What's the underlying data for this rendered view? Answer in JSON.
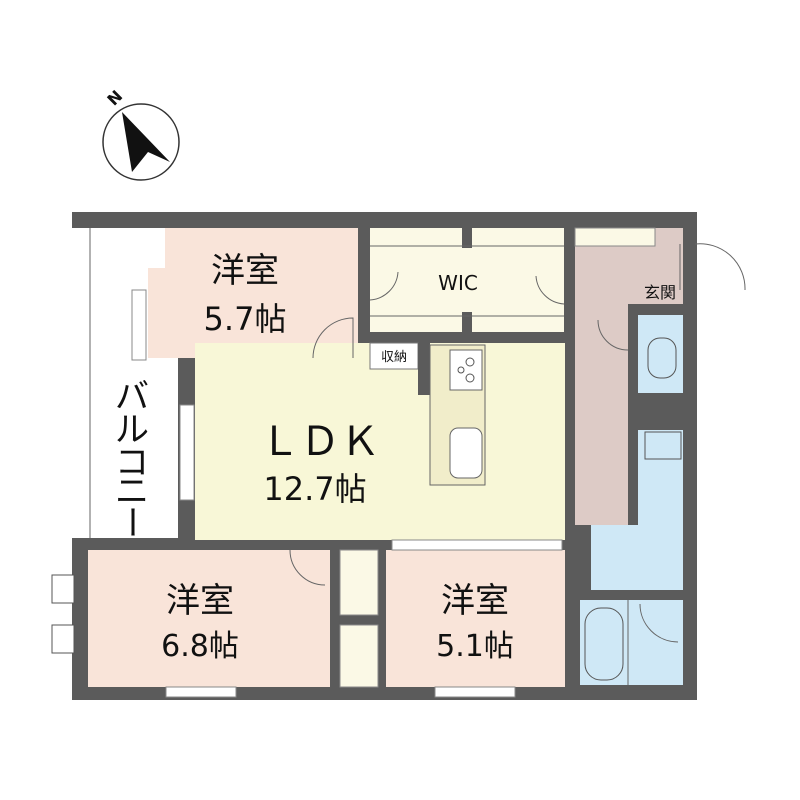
{
  "compass": {
    "label": "N"
  },
  "rooms": {
    "western_room_1": {
      "name": "洋室",
      "size": "5.7帖"
    },
    "ldk": {
      "name": "ＬＤＫ",
      "size": "12.7帖"
    },
    "western_room_2": {
      "name": "洋室",
      "size": "6.8帖"
    },
    "western_room_3": {
      "name": "洋室",
      "size": "5.1帖"
    },
    "wic": {
      "name": "WIC"
    },
    "storage": {
      "name": "収納"
    },
    "entrance": {
      "name": "玄関"
    },
    "balcony": {
      "name": [
        "バ",
        "ル",
        "コ",
        "ニ",
        "ー"
      ]
    }
  },
  "colors": {
    "wall": "#5b5b5b",
    "western_room": "#f9e4d9",
    "ldk": "#f8f7d7",
    "wic": "#fbf9e6",
    "hallway": "#ddcbc6",
    "wet_area": "#cfe8f6"
  }
}
